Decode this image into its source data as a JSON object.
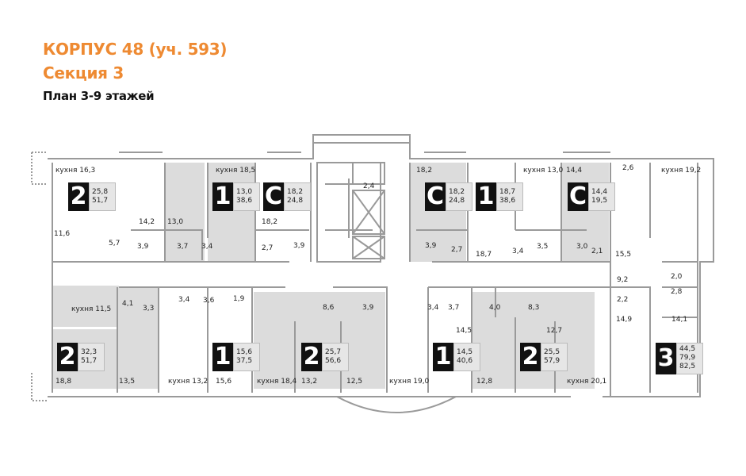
{
  "header": {
    "title": "КОРПУС 48 (уч. 593)",
    "section": "Секция 3",
    "subtitle": "План 3-9 этажей"
  },
  "colors": {
    "accent": "#ee8a32",
    "wall": "#9a9a9a",
    "room_highlight": "#dcdcdc",
    "badge": "#111111"
  },
  "apartments": [
    {
      "id": "a1",
      "rooms": "2",
      "living": "25,8",
      "total": "51,7"
    },
    {
      "id": "a2",
      "rooms": "1",
      "living": "13,0",
      "total": "38,6"
    },
    {
      "id": "a3",
      "rooms": "С",
      "living": "18,2",
      "total": "24,8"
    },
    {
      "id": "a4",
      "rooms": "С",
      "living": "18,2",
      "total": "24,8"
    },
    {
      "id": "a5",
      "rooms": "1",
      "living": "18,7",
      "total": "38,6"
    },
    {
      "id": "a6",
      "rooms": "С",
      "living": "14,4",
      "total": "19,5"
    },
    {
      "id": "a7",
      "rooms": "2",
      "living": "32,3",
      "total": "51,7"
    },
    {
      "id": "a8",
      "rooms": "1",
      "living": "15,6",
      "total": "37,5"
    },
    {
      "id": "a9",
      "rooms": "2",
      "living": "25,7",
      "total": "56,6"
    },
    {
      "id": "a10",
      "rooms": "1",
      "living": "14,5",
      "total": "40,6"
    },
    {
      "id": "a11",
      "rooms": "2",
      "living": "25,5",
      "total": "57,9"
    },
    {
      "id": "a12",
      "rooms": "3",
      "living": "44,5",
      "total": "79,9",
      "total2": "82,5"
    }
  ],
  "labels": {
    "k163": "кухня 16,3",
    "r142": "14,2",
    "r130a": "13,0",
    "r116": "11,6",
    "r57": "5,7",
    "r39a": "3,9",
    "r37a": "3,7",
    "r34a": "3,4",
    "k185": "кухня 18,5",
    "r182a": "18,2",
    "r27a": "2,7",
    "r39b": "3,9",
    "r24": "2,4",
    "r182b": "18,2",
    "r39c": "3,9",
    "r27b": "2,7",
    "r187": "18,7",
    "r34b": "3,4",
    "k130": "кухня 13,0",
    "r35": "3,5",
    "r144": "14,4",
    "r30": "3,0",
    "r21": "2,1",
    "r26": "2,6",
    "k192": "кухня 19,2",
    "r155": "15,5",
    "k115": "кухня 11,5",
    "r41": "4,1",
    "r33": "3,3",
    "r188": "18,8",
    "r135": "13,5",
    "r34c": "3,4",
    "r36": "3,6",
    "r19": "1,9",
    "k132": "кухня 13,2",
    "r156": "15,6",
    "k184": "кухня 18,4",
    "r86": "8,6",
    "r39d": "3,9",
    "r132": "13,2",
    "r125": "12,5",
    "k190": "кухня 19,0",
    "r34d": "3,4",
    "r37b": "3,7",
    "r145": "14,5",
    "r40": "4,0",
    "r83": "8,3",
    "r127": "12,7",
    "r128": "12,8",
    "k201": "кухня 20,1",
    "r92": "9,2",
    "r22": "2,2",
    "r20": "2,0",
    "r28": "2,8",
    "r149": "14,9",
    "r141": "14,1"
  }
}
